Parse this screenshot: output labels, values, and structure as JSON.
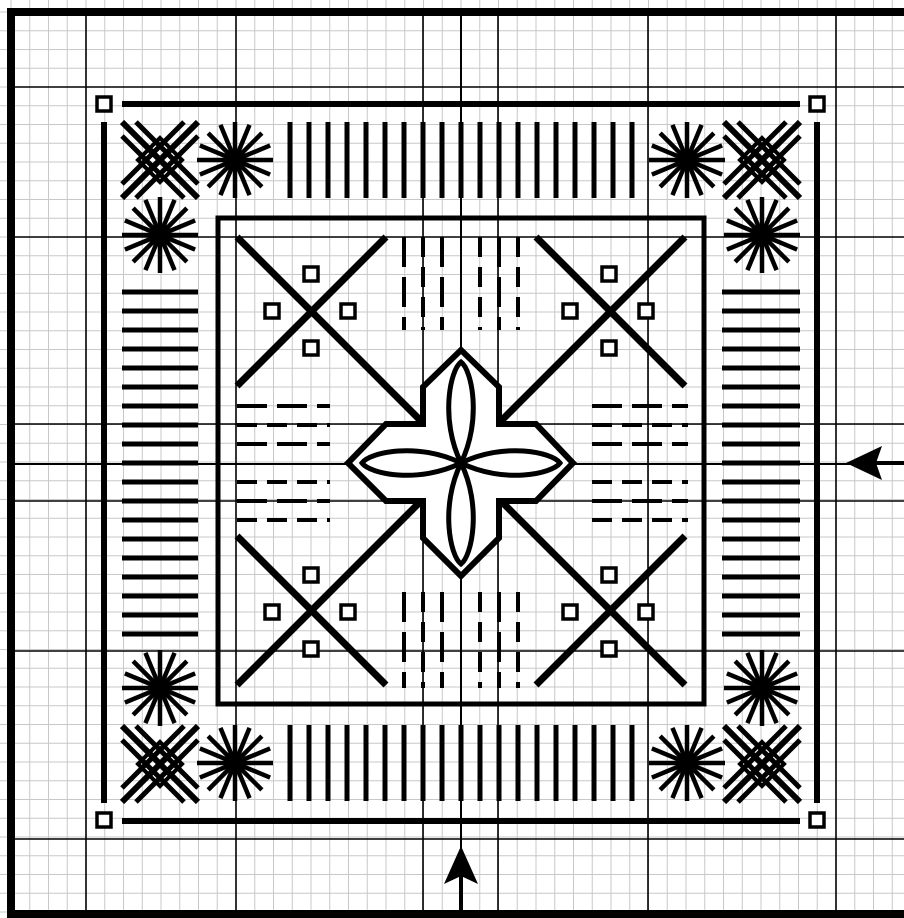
{
  "pattern": {
    "grid": {
      "fine_step_stitches": 1,
      "bold_every": 10
    },
    "colors": {
      "background": "#ffffff",
      "fine_grid": "#c8c8c8",
      "bold_grid": "#000000",
      "stitch": "#000000"
    },
    "icons": {
      "center_row_marker": "arrow-left-icon",
      "center_column_marker": "arrow-up-icon"
    },
    "motifs": [
      "corner-cross-cluster",
      "star-eyelet",
      "vertical-straight-stitch-band",
      "horizontal-straight-stitch-band",
      "diagonal-cross",
      "center-four-petal-flower",
      "small-square-stitch"
    ]
  }
}
